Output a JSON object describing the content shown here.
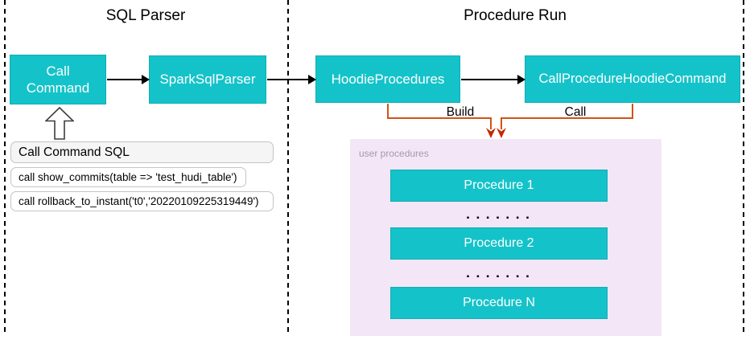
{
  "diagram": {
    "left_section": {
      "title": "SQL Parser",
      "call_command": {
        "line1": "Call",
        "line2": "Command"
      },
      "spark_sql_parser": "SparkSqlParser",
      "sql_table": {
        "header": "Call Command SQL",
        "rows": [
          "call show_commits(table => 'test_hudi_table')",
          "call rollback_to_instant('t0','20220109225319449')"
        ]
      }
    },
    "right_section": {
      "title": "Procedure Run",
      "hoodie_procedures": "HoodieProcedures",
      "call_procedure_hoodie_command": "CallProcedureHoodieCommand",
      "build_label": "Build",
      "call_label": "Call",
      "user_procedures": {
        "label": "user procedures",
        "procedure_1": "Procedure 1",
        "procedure_2": "Procedure 2",
        "procedure_n": "Procedure N",
        "dots": "▪ ▪ ▪ ▪ ▪ ▪ ▪"
      }
    },
    "colors": {
      "node_fill": "#14C3C9",
      "node_border": "#0FAEB4",
      "connector_orange": "#D2521A",
      "arrowhead_red": "#C22A02",
      "user_procedures_bg": "#F3E6F7"
    }
  }
}
